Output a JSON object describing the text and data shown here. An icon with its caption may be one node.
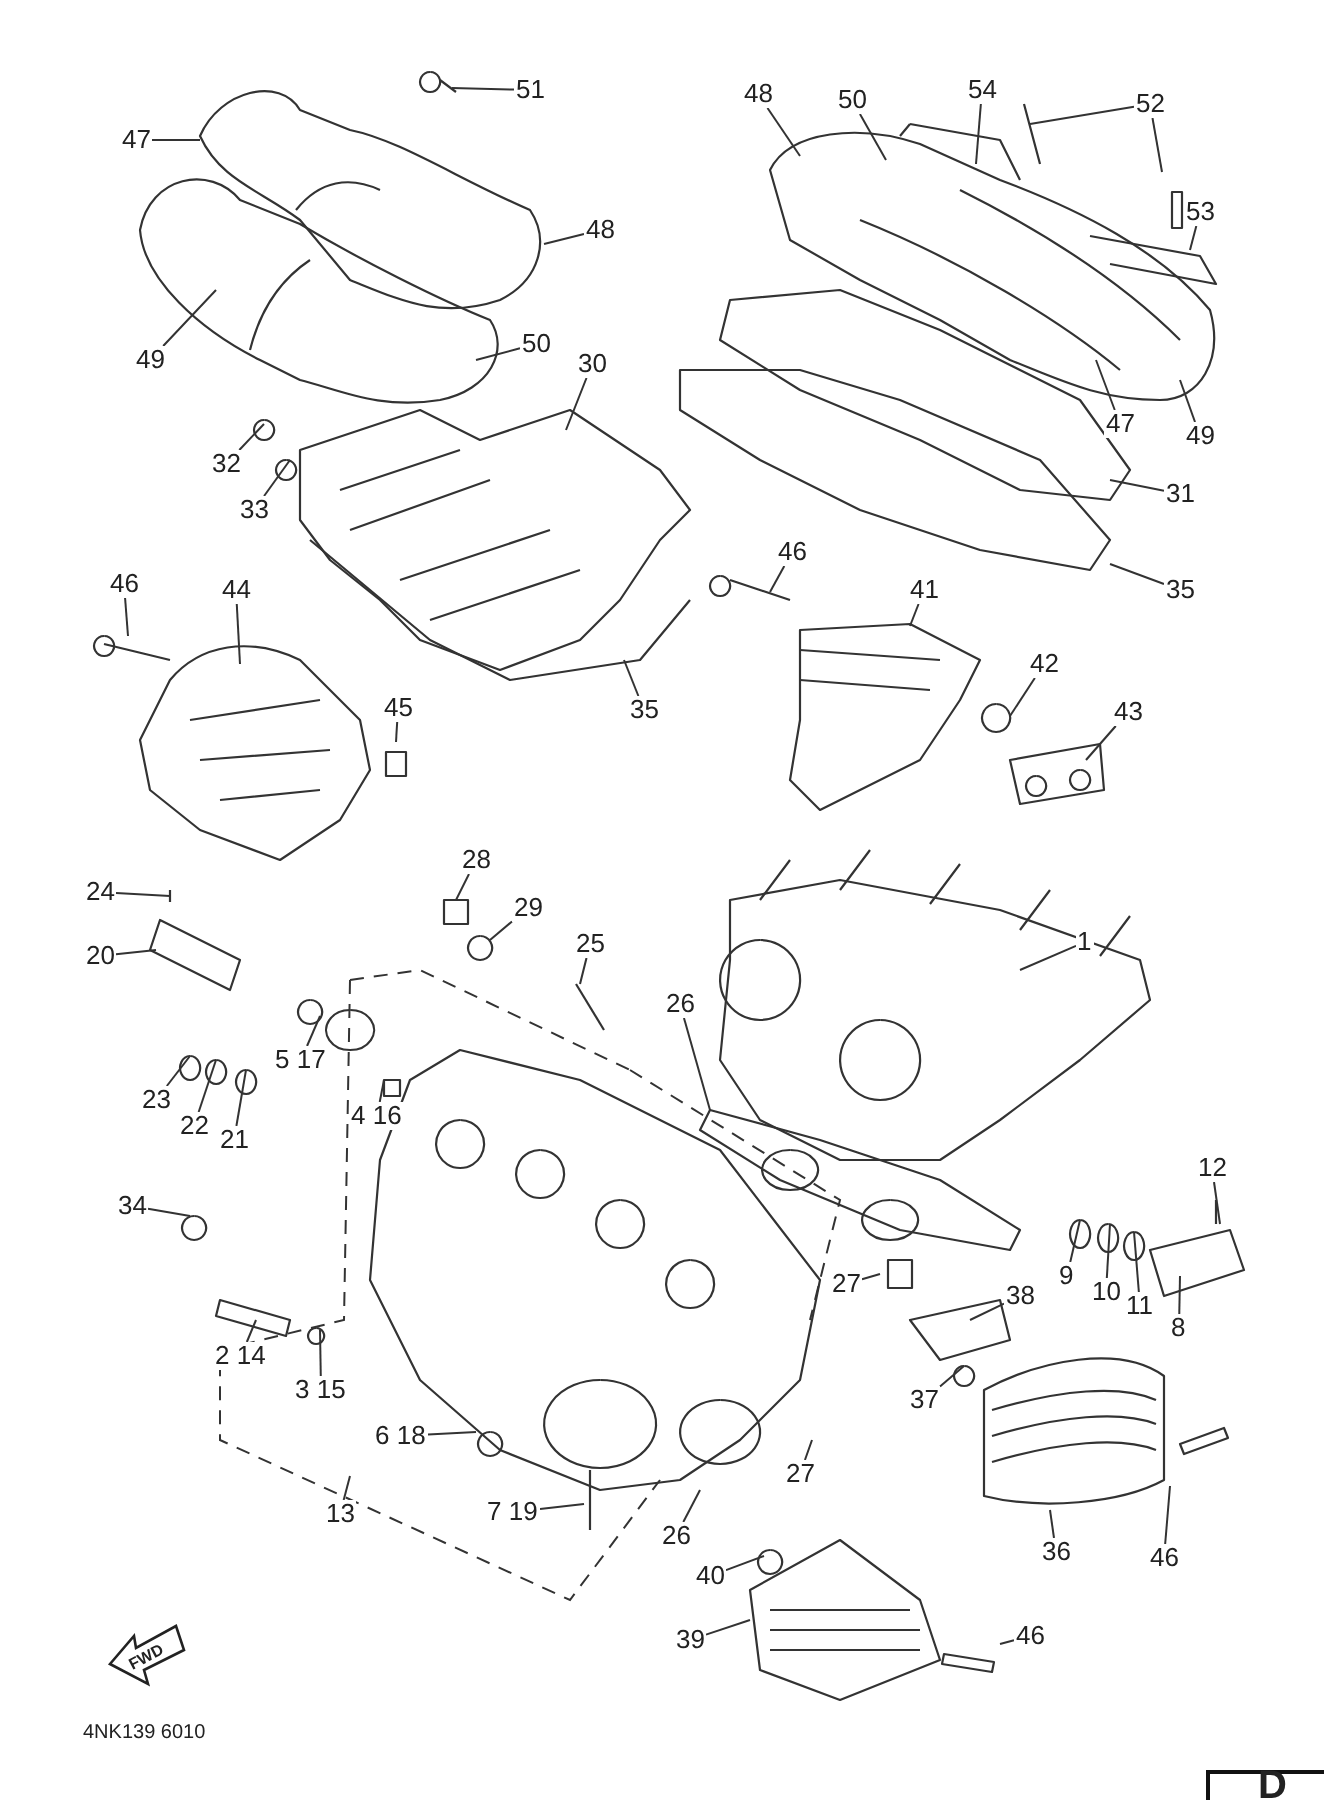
{
  "diagram": {
    "nodes": [
      {
        "text": [
          "51"
        ]
      },
      {
        "text": [
          "47"
        ]
      },
      {
        "text": [
          "48"
        ]
      },
      {
        "text": [
          "49"
        ]
      },
      {
        "text": [
          "50"
        ]
      },
      {
        "text": [
          "30"
        ]
      },
      {
        "text": [
          "32"
        ]
      },
      {
        "text": [
          "33"
        ]
      },
      {
        "text": [
          "46"
        ]
      },
      {
        "text": [
          "44"
        ]
      },
      {
        "text": [
          "45"
        ]
      },
      {
        "text": [
          "35"
        ]
      },
      {
        "text": [
          "48"
        ]
      },
      {
        "text": [
          "50"
        ]
      },
      {
        "text": [
          "54"
        ]
      },
      {
        "text": [
          "52"
        ]
      },
      {
        "text": [
          "53"
        ]
      },
      {
        "text": [
          "47"
        ]
      },
      {
        "text": [
          "49"
        ]
      },
      {
        "text": [
          "31"
        ]
      },
      {
        "text": [
          "35"
        ]
      },
      {
        "text": [
          "46"
        ]
      },
      {
        "text": [
          "41"
        ]
      },
      {
        "text": [
          "42"
        ]
      },
      {
        "text": [
          "43"
        ]
      },
      {
        "text": [
          "1"
        ]
      },
      {
        "text": [
          "26"
        ]
      },
      {
        "text": [
          "12"
        ]
      },
      {
        "text": [
          "24"
        ]
      },
      {
        "text": [
          "20"
        ]
      },
      {
        "text": [
          "28"
        ]
      },
      {
        "text": [
          "29"
        ]
      },
      {
        "text": [
          "25"
        ]
      },
      {
        "text": [
          "5 17"
        ]
      },
      {
        "text": [
          "4 16"
        ]
      },
      {
        "text": [
          "23"
        ]
      },
      {
        "text": [
          "22"
        ]
      },
      {
        "text": [
          "21"
        ]
      },
      {
        "text": [
          "34"
        ]
      },
      {
        "text": [
          "9"
        ]
      },
      {
        "text": [
          "10"
        ]
      },
      {
        "text": [
          "11"
        ]
      },
      {
        "text": [
          "8"
        ]
      },
      {
        "text": [
          "27"
        ]
      },
      {
        "text": [
          "38"
        ]
      },
      {
        "text": [
          "37"
        ]
      },
      {
        "text": [
          "2 14"
        ]
      },
      {
        "text": [
          "3 15"
        ]
      },
      {
        "text": [
          "6 18"
        ]
      },
      {
        "text": [
          "13"
        ]
      },
      {
        "text": [
          "7 19"
        ]
      },
      {
        "text": [
          "26"
        ]
      },
      {
        "text": [
          "27"
        ]
      },
      {
        "text": [
          "36"
        ]
      },
      {
        "text": [
          "46"
        ]
      },
      {
        "text": [
          "40"
        ]
      },
      {
        "text": [
          "39"
        ]
      },
      {
        "text": [
          "46"
        ]
      }
    ],
    "edges": [
      {
        "from": 0,
        "to": null,
        "arrow": "none"
      },
      {
        "from": 1,
        "to": null,
        "arrow": "none"
      },
      {
        "from": 2,
        "to": null,
        "arrow": "none"
      },
      {
        "from": 3,
        "to": null,
        "arrow": "none"
      },
      {
        "from": 4,
        "to": null,
        "arrow": "none"
      },
      {
        "from": 5,
        "to": null,
        "arrow": "none"
      },
      {
        "from": 6,
        "to": null,
        "arrow": "none"
      },
      {
        "from": 7,
        "to": null,
        "arrow": "none"
      },
      {
        "from": 8,
        "to": null,
        "arrow": "none"
      },
      {
        "from": 9,
        "to": null,
        "arrow": "none"
      },
      {
        "from": 10,
        "to": null,
        "arrow": "none"
      },
      {
        "from": 11,
        "to": null,
        "arrow": "none"
      },
      {
        "from": 12,
        "to": null,
        "arrow": "none"
      },
      {
        "from": 13,
        "to": null,
        "arrow": "none"
      },
      {
        "from": 14,
        "to": null,
        "arrow": "none"
      },
      {
        "from": 15,
        "to": null,
        "arrow": "none"
      },
      {
        "from": 15,
        "to": null,
        "arrow": "none"
      },
      {
        "from": 16,
        "to": null,
        "arrow": "none"
      },
      {
        "from": 17,
        "to": null,
        "arrow": "none"
      },
      {
        "from": 18,
        "to": null,
        "arrow": "none"
      },
      {
        "from": 19,
        "to": null,
        "arrow": "none"
      },
      {
        "from": 20,
        "to": null,
        "arrow": "none"
      },
      {
        "from": 21,
        "to": null,
        "arrow": "none"
      },
      {
        "from": 22,
        "to": null,
        "arrow": "none"
      },
      {
        "from": 23,
        "to": null,
        "arrow": "none"
      },
      {
        "from": 24,
        "to": null,
        "arrow": "none"
      },
      {
        "from": 25,
        "to": null,
        "arrow": "none"
      },
      {
        "from": 26,
        "to": null,
        "arrow": "none"
      },
      {
        "from": 27,
        "to": null,
        "arrow": "none"
      },
      {
        "from": 28,
        "to": null,
        "arrow": "none"
      },
      {
        "from": 29,
        "to": null,
        "arrow": "none"
      },
      {
        "from": 30,
        "to": null,
        "arrow": "none"
      },
      {
        "from": 31,
        "to": null,
        "arrow": "none"
      },
      {
        "from": 32,
        "to": null,
        "arrow": "none"
      },
      {
        "from": 33,
        "to": null,
        "arrow": "none"
      },
      {
        "from": 34,
        "to": null,
        "arrow": "none"
      },
      {
        "from": 35,
        "to": null,
        "arrow": "none"
      },
      {
        "from": 36,
        "to": null,
        "arrow": "none"
      },
      {
        "from": 37,
        "to": null,
        "arrow": "none"
      },
      {
        "from": 38,
        "to": null,
        "arrow": "none"
      },
      {
        "from": 39,
        "to": null,
        "arrow": "none"
      },
      {
        "from": 40,
        "to": null,
        "arrow": "none"
      },
      {
        "from": 41,
        "to": null,
        "arrow": "none"
      },
      {
        "from": 42,
        "to": null,
        "arrow": "none"
      },
      {
        "from": 43,
        "to": null,
        "arrow": "none"
      },
      {
        "from": 44,
        "to": null,
        "arrow": "none"
      },
      {
        "from": 45,
        "to": null,
        "arrow": "none"
      },
      {
        "from": 46,
        "to": null,
        "arrow": "none"
      },
      {
        "from": 47,
        "to": null,
        "arrow": "none"
      },
      {
        "from": 48,
        "to": null,
        "arrow": "none"
      },
      {
        "from": 49,
        "to": null,
        "arrow": "none"
      },
      {
        "from": 50,
        "to": null,
        "arrow": "none"
      },
      {
        "from": 51,
        "to": null,
        "arrow": "none"
      },
      {
        "from": 52,
        "to": null,
        "arrow": "none"
      },
      {
        "from": 53,
        "to": null,
        "arrow": "none"
      },
      {
        "from": 54,
        "to": null,
        "arrow": "none"
      },
      {
        "from": 55,
        "to": null,
        "arrow": "none"
      },
      {
        "from": 56,
        "to": null,
        "arrow": "none"
      },
      {
        "from": 57,
        "to": null,
        "arrow": "none"
      }
    ],
    "labels": [
      "FWD",
      "4NK139 6010",
      "D"
    ]
  }
}
